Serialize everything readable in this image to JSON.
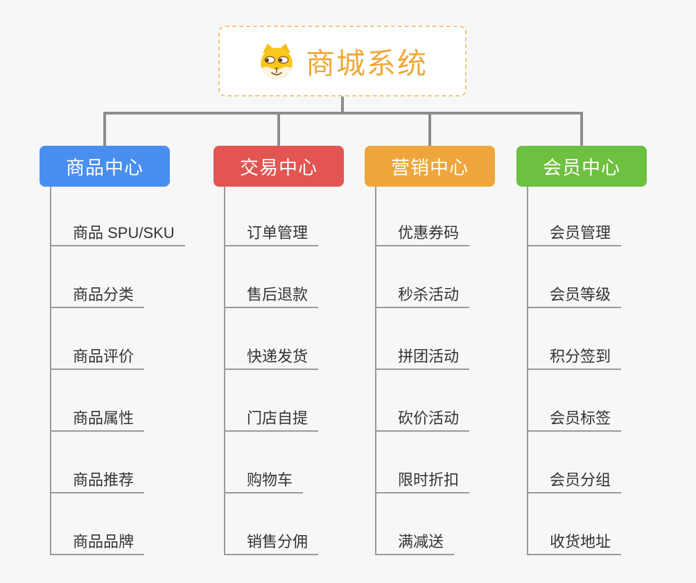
{
  "root": {
    "title": "商城系统",
    "accent_color": "#f0a83c",
    "border_color": "#f3c879",
    "icon": "dog-face-icon"
  },
  "connectors": {
    "main_color": "#8c8c8c",
    "branch_line_color": "#999999"
  },
  "background_color": "#f7f7f7",
  "columns": [
    {
      "label": "商品中心",
      "color": "#4a8ff0",
      "items": [
        "商品 SPU/SKU",
        "商品分类",
        "商品评价",
        "商品属性",
        "商品推荐",
        "商品品牌"
      ]
    },
    {
      "label": "交易中心",
      "color": "#e25552",
      "items": [
        "订单管理",
        "售后退款",
        "快递发货",
        "门店自提",
        "购物车",
        "销售分佣"
      ]
    },
    {
      "label": "营销中心",
      "color": "#eea63c",
      "items": [
        "优惠券码",
        "秒杀活动",
        "拼团活动",
        "砍价活动",
        "限时折扣",
        "满减送"
      ]
    },
    {
      "label": "会员中心",
      "color": "#6ec040",
      "items": [
        "会员管理",
        "会员等级",
        "积分签到",
        "会员标签",
        "会员分组",
        "收货地址"
      ]
    }
  ]
}
